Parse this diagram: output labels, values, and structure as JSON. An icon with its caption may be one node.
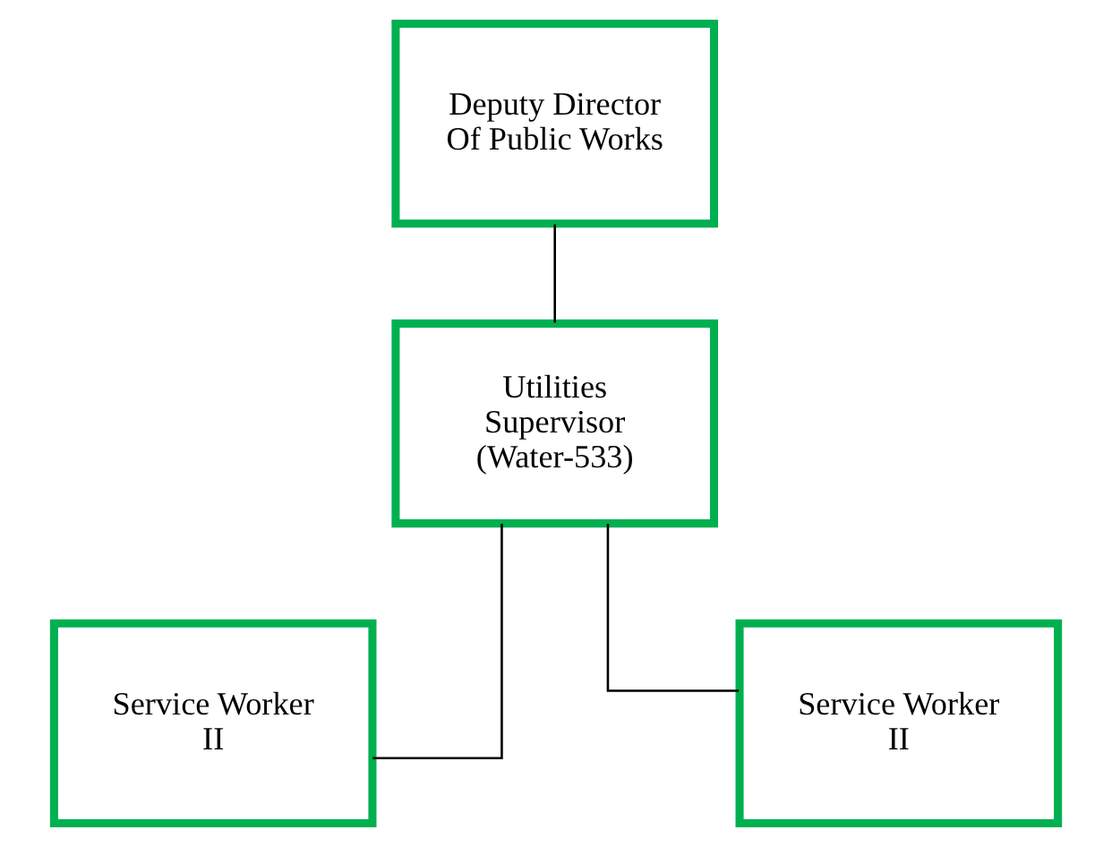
{
  "diagram": {
    "nodes": [
      {
        "text": [
          "Deputy Director Of Public Works"
        ]
      },
      {
        "text": [
          "Utilities Supervisor (Water-533)"
        ]
      },
      {
        "text": [
          "Service Worker II"
        ]
      },
      {
        "text": [
          "Service Worker II"
        ]
      }
    ],
    "edges": [
      {
        "from": 0,
        "to": 1,
        "arrow": "none"
      },
      {
        "from": 1,
        "to": 2,
        "arrow": "none"
      },
      {
        "from": 1,
        "to": 3,
        "arrow": "none"
      }
    ]
  }
}
